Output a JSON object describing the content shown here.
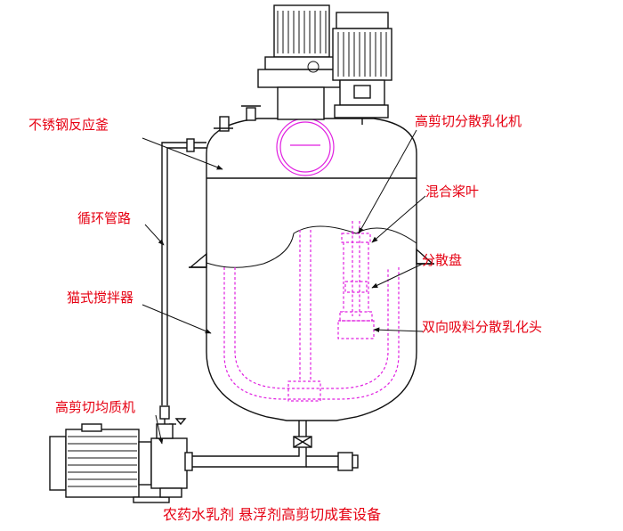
{
  "labels": {
    "reactor": "不锈钢反应釜",
    "circulation_pipe": "循环管路",
    "anchor_stirrer": "猫式搅拌器",
    "inline_homogenizer": "高剪切均质机",
    "high_shear_emulsifier": "高剪切分散乳化机",
    "mixing_blade": "混合桨叶",
    "dispersion_disc": "分散盘",
    "suction_head": "双向吸料分散乳化头"
  },
  "caption": "农药水乳剂  悬浮剂高剪切成套设备",
  "colors": {
    "label_text": "#e60012",
    "internal_parts": "#e01ee0",
    "outline": "#111111"
  }
}
